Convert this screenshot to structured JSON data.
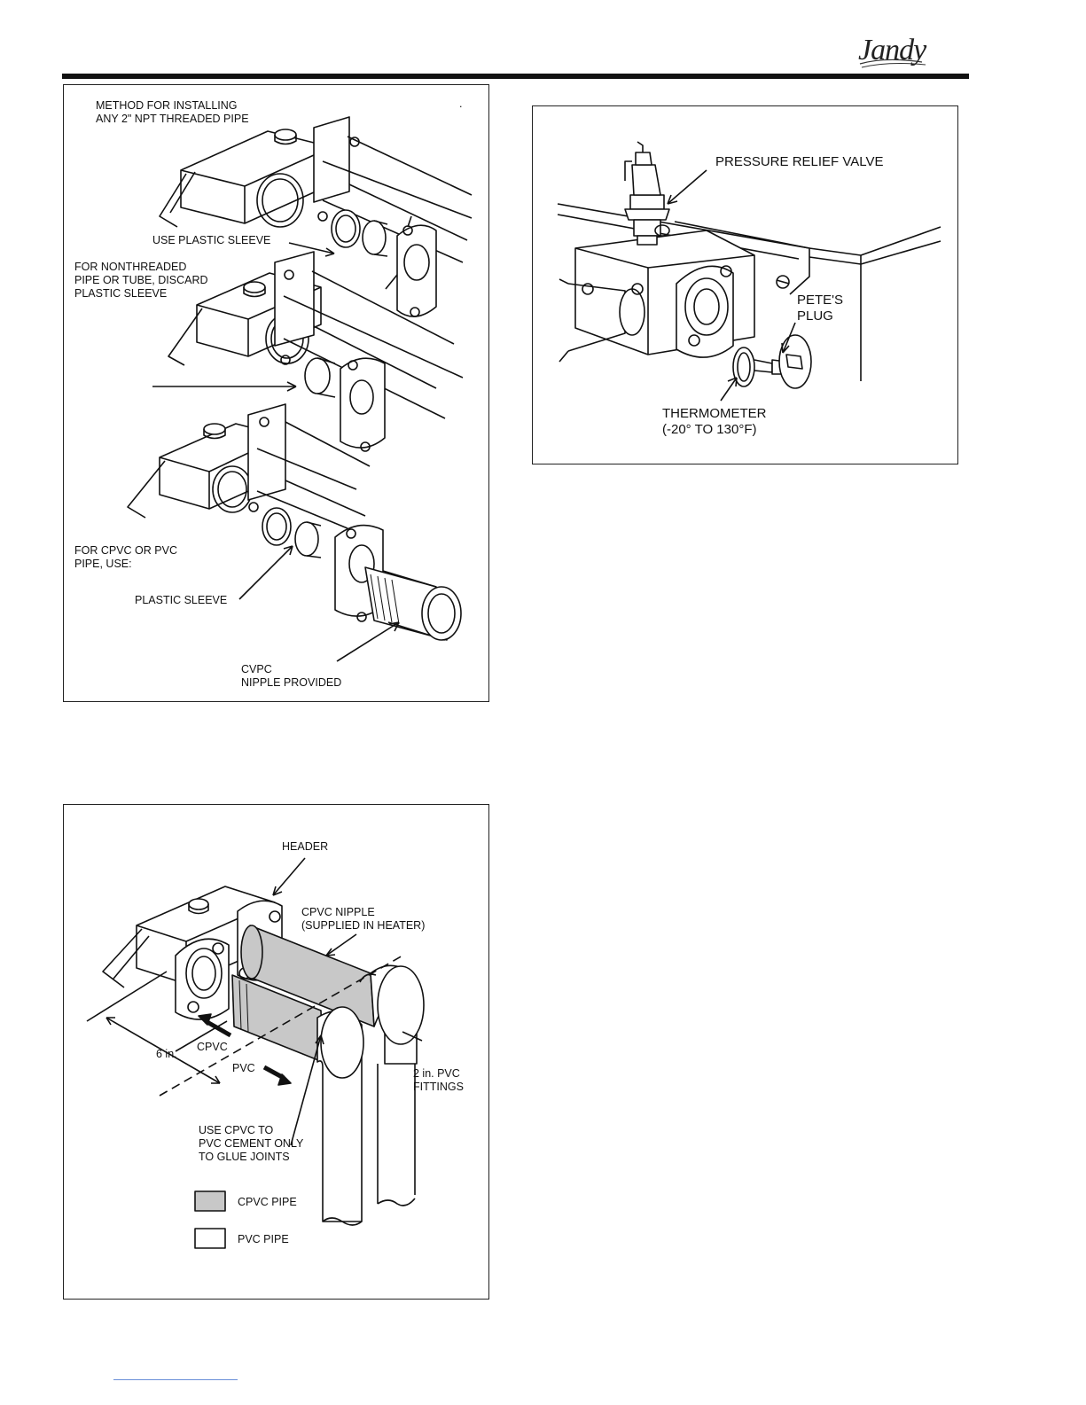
{
  "brand": {
    "name": "Jandy"
  },
  "figure_a": {
    "label_method": "METHOD FOR INSTALLING\nANY 2\" NPT THREADED PIPE",
    "label_dot": ".",
    "label_use_sleeve": "USE PLASTIC SLEEVE",
    "label_nonthreaded": "FOR NONTHREADED\nPIPE OR TUBE, DISCARD\nPLASTIC SLEEVE",
    "label_cpvc_use": "FOR CPVC OR PVC\nPIPE, USE:",
    "label_plastic_sleeve": "PLASTIC SLEEVE",
    "label_nipple": "CVPC\nNIPPLE PROVIDED"
  },
  "figure_b": {
    "label_prv": "PRESSURE RELIEF VALVE",
    "label_petes_plug": "PETE'S\nPLUG",
    "label_thermometer": "THERMOMETER\n(-20° TO 130°F)"
  },
  "figure_c": {
    "label_header": "HEADER",
    "label_cpvc_nipple": "CPVC NIPPLE\n(SUPPLIED IN HEATER)",
    "label_6in": "6 in.",
    "label_cpvc": "CPVC",
    "label_pvc": "PVC",
    "label_fittings": "2 in. PVC\nFITTINGS",
    "label_cement": "USE CPVC TO\nPVC CEMENT ONLY\nTO GLUE JOINTS",
    "legend": [
      {
        "name": "CPVC PIPE",
        "color": "#c8c8c8"
      },
      {
        "name": "PVC PIPE",
        "color": "#ffffff"
      }
    ]
  }
}
